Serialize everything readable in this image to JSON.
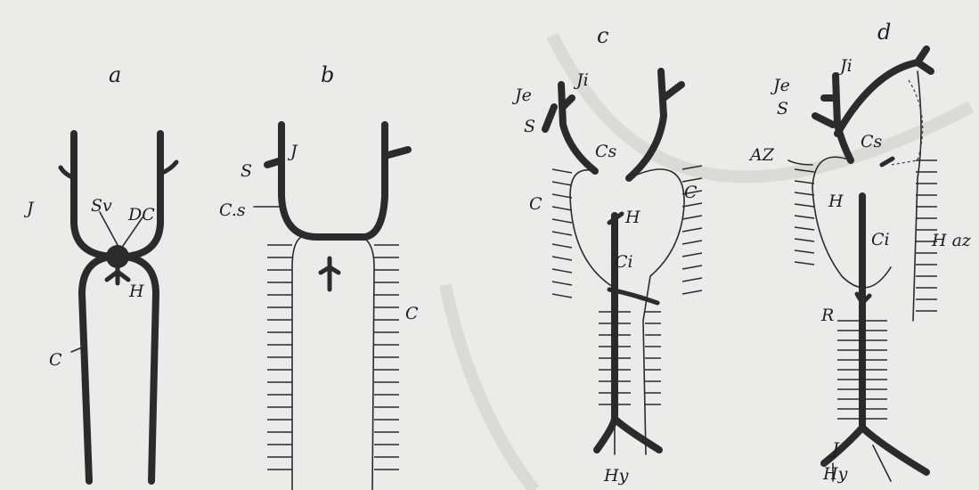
{
  "figure": {
    "panels": [
      {
        "id": "a",
        "label": "a",
        "labels": [
          "J",
          "Sv",
          "DC",
          "H",
          "C"
        ]
      },
      {
        "id": "b",
        "label": "b",
        "labels": [
          "S",
          "J",
          "C.s",
          "C"
        ]
      },
      {
        "id": "c",
        "label": "c",
        "labels": [
          "Je",
          "Ji",
          "S",
          "Cs",
          "C",
          "C",
          "H",
          "Ci",
          "Hy"
        ]
      },
      {
        "id": "d",
        "label": "d",
        "labels": [
          "Ji",
          "Je",
          "S",
          "Cs",
          "AZ",
          "H",
          "Ci",
          "H az",
          "R",
          "J",
          "Hy"
        ]
      }
    ],
    "colors": {
      "ink": "#2b2b2b",
      "paper": "#ebebe9"
    }
  }
}
